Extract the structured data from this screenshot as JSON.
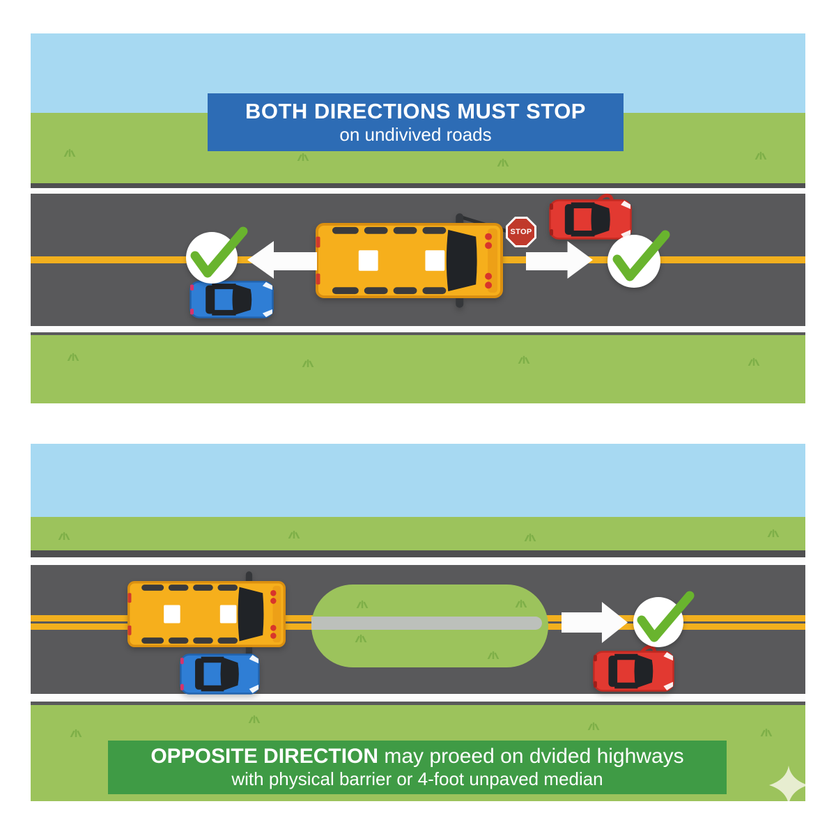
{
  "colors": {
    "sky": "#A7D9F2",
    "grass": "#9CC35C",
    "tuft": "#7EAF48",
    "road": "#59595B",
    "road-edge": "#4F4F51",
    "white-line": "#FCFCFC",
    "yellow-line": "#F2B01E",
    "banner-blue": "#2D6CB5",
    "banner-green": "#3F9B45",
    "bus-yellow": "#F6AF1C",
    "bus-outline": "#DA8F10",
    "bus-bumper": "#EDA017",
    "glass-dark": "#202327",
    "car-red": "#E23931",
    "car-red-dark": "#C42A22",
    "car-blue": "#2F7ED5",
    "car-blue-dark": "#2163AE",
    "check-green": "#69B42E",
    "stop-red": "#C0392B",
    "median-gray": "#BCC0BB",
    "sparkle": "#EEF1DA",
    "text-white": "#FFFFFF"
  },
  "top_panel": {
    "banner": {
      "title": "BOTH DIRECTIONS MUST STOP",
      "subtitle": "on undivived roads"
    },
    "stop_sign_label": "STOP"
  },
  "bottom_panel": {
    "banner": {
      "title_bold": "OPPOSITE DIRECTION",
      "title_rest": " may proeed on dvided highways",
      "subtitle": "with physical barrier or 4-foot unpaved median"
    }
  }
}
